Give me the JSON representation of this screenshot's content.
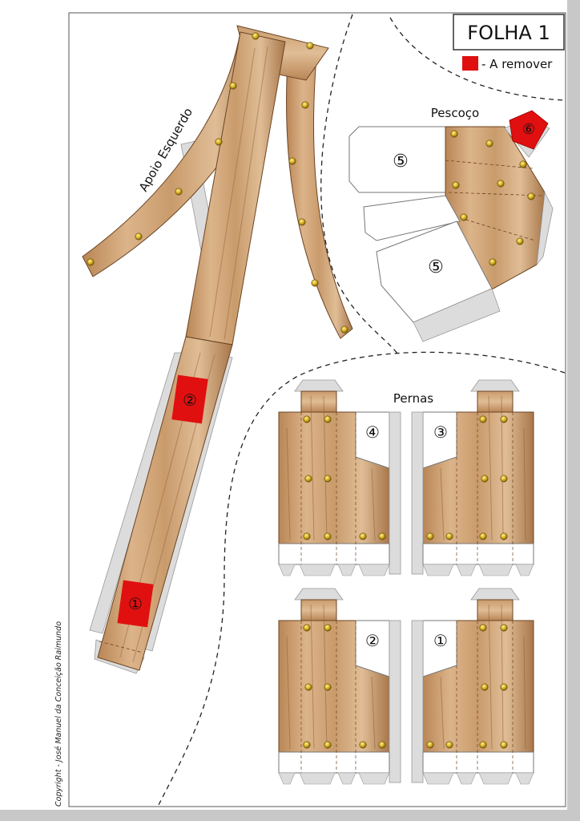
{
  "sheet": {
    "title": "FOLHA 1",
    "legend_label": "- A remover",
    "copyright": "Copyright - José Manuel da Conceição Raimundo"
  },
  "labels": {
    "support": "Apoio Esquerdo",
    "neck": "Pescoço",
    "legs": "Pernas"
  },
  "markers": {
    "support_1": "①",
    "support_2": "②",
    "neck_5a": "⑤",
    "neck_5b": "⑤",
    "neck_6": "⑥",
    "leg_4": "④",
    "leg_3": "③",
    "leg_2": "②",
    "leg_1": "①"
  },
  "colors": {
    "wood_light": "#d8b48c",
    "wood_mid": "#c89a6c",
    "wood_dark": "#8a5a35",
    "remove_red": "#e01010",
    "tab_gray": "#dcdcdc",
    "screw_gold": "#c9a21a"
  }
}
